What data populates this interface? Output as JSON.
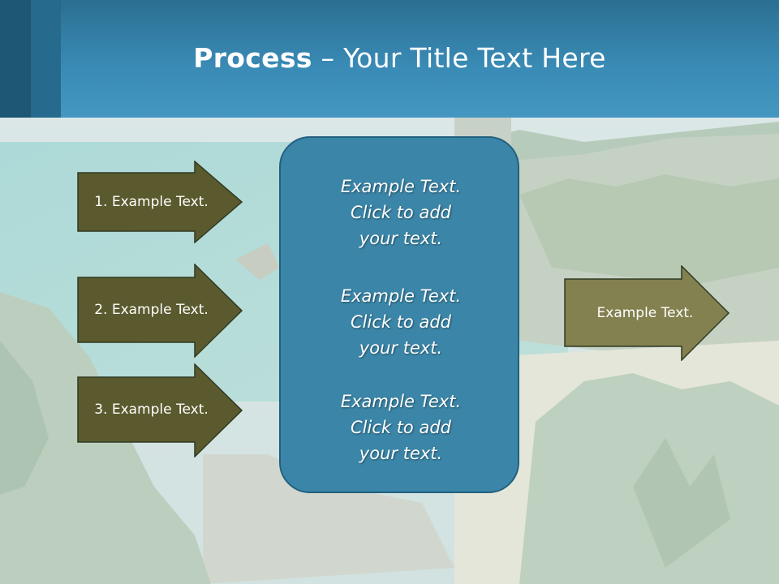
{
  "slide": {
    "title_bold": "Process",
    "title_rest": " – Your Title Text Here"
  },
  "left_arrows": [
    {
      "label": "1. Example Text."
    },
    {
      "label": "2. Example Text."
    },
    {
      "label": "3. Example Text."
    }
  ],
  "center_box": {
    "paragraphs": [
      "Example Text.\nClick  to add\nyour text.",
      "Example Text.\nClick  to add\nyour text.",
      "Example Text.\nClick  to add\nyour text."
    ]
  },
  "right_arrow": {
    "label": "Example Text."
  },
  "colors": {
    "header": "#3a8cb7",
    "dark_arrow": "#5b5a2e",
    "light_arrow": "#83814f",
    "center_box": "#3b86a8"
  }
}
